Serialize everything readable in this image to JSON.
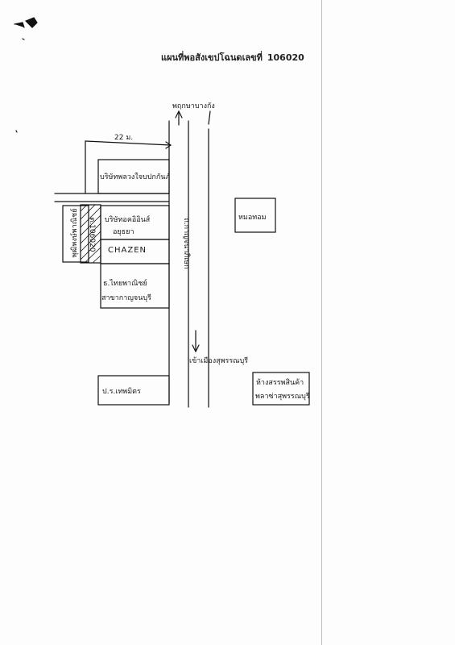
{
  "title": "แผนที่พอสังเขปโฉนดเลขที่",
  "deed_number": "106020",
  "map": {
    "distance_label": "22 ม.",
    "north_road_label": "พฤกษาบางกัง",
    "road_name": "ถ.กาญจนาภิเษก",
    "south_road_label": "เข้าเมืองสุพรรณบุรี",
    "plot_number": "ด.106020",
    "places": {
      "top_right_row": "บริษัทพลวงใจบปกกันภัย",
      "left_strip": "พุฒิพงษ์พาณิชย์",
      "axa": "บริษัทอคอิอินส์",
      "axa_sub": "อยุธยา",
      "chazen": "CHAZEN",
      "thai_panich": "ธ.ไทยพาณิชย์",
      "thai_panich_sub": "สาขากาญจนบุรี",
      "gas_station": "ป.ร.เทพมิตร",
      "east_building": "หมอทอม",
      "department_store": "ห้างสรรพสินค้า",
      "department_store_sub": "พลาซ่าสุพรรณบุรี"
    }
  }
}
